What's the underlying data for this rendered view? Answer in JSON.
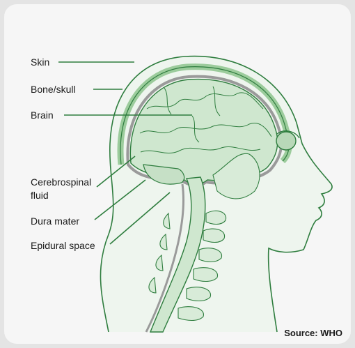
{
  "labels": {
    "skin": "Skin",
    "bone_skull": "Bone/skull",
    "brain": "Brain",
    "csf_line1": "Cerebrospinal",
    "csf_line2": "fluid",
    "dura_mater": "Dura mater",
    "epidural_space": "Epidural space"
  },
  "source": "Source: WHO",
  "colors": {
    "outline": "#2e7d3e",
    "tissue": "#d8ebd8",
    "brain_fill": "#cfe7cf",
    "csf": "#9a9a9a",
    "background": "#f6f6f6"
  }
}
